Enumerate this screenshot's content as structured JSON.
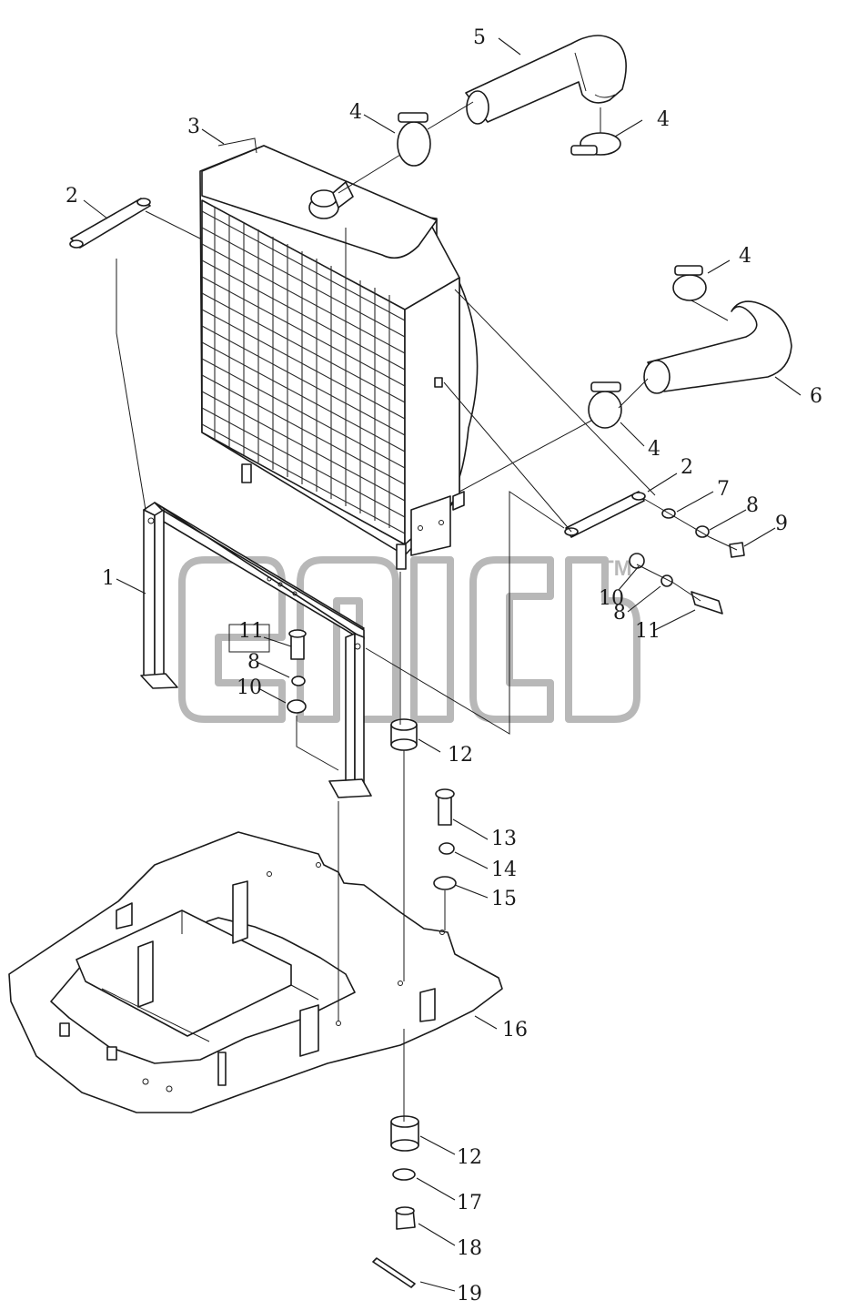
{
  "diagram": {
    "watermark_tm": "TM",
    "callouts": [
      {
        "id": "c1",
        "text": "1"
      },
      {
        "id": "c2a",
        "text": "2"
      },
      {
        "id": "c2b",
        "text": "2"
      },
      {
        "id": "c3",
        "text": "3"
      },
      {
        "id": "c4a",
        "text": "4"
      },
      {
        "id": "c4b",
        "text": "4"
      },
      {
        "id": "c4c",
        "text": "4"
      },
      {
        "id": "c4d",
        "text": "4"
      },
      {
        "id": "c5",
        "text": "5"
      },
      {
        "id": "c6",
        "text": "6"
      },
      {
        "id": "c7",
        "text": "7"
      },
      {
        "id": "c8a",
        "text": "8"
      },
      {
        "id": "c8b",
        "text": "8"
      },
      {
        "id": "c8c",
        "text": "8"
      },
      {
        "id": "c9",
        "text": "9"
      },
      {
        "id": "c10a",
        "text": "10"
      },
      {
        "id": "c10b",
        "text": "10"
      },
      {
        "id": "c11a",
        "text": "11"
      },
      {
        "id": "c11b",
        "text": "11"
      },
      {
        "id": "c12a",
        "text": "12"
      },
      {
        "id": "c12b",
        "text": "12"
      },
      {
        "id": "c13",
        "text": "13"
      },
      {
        "id": "c14",
        "text": "14"
      },
      {
        "id": "c15",
        "text": "15"
      },
      {
        "id": "c16",
        "text": "16"
      },
      {
        "id": "c17",
        "text": "17"
      },
      {
        "id": "c18",
        "text": "18"
      },
      {
        "id": "c19",
        "text": "19"
      }
    ]
  }
}
